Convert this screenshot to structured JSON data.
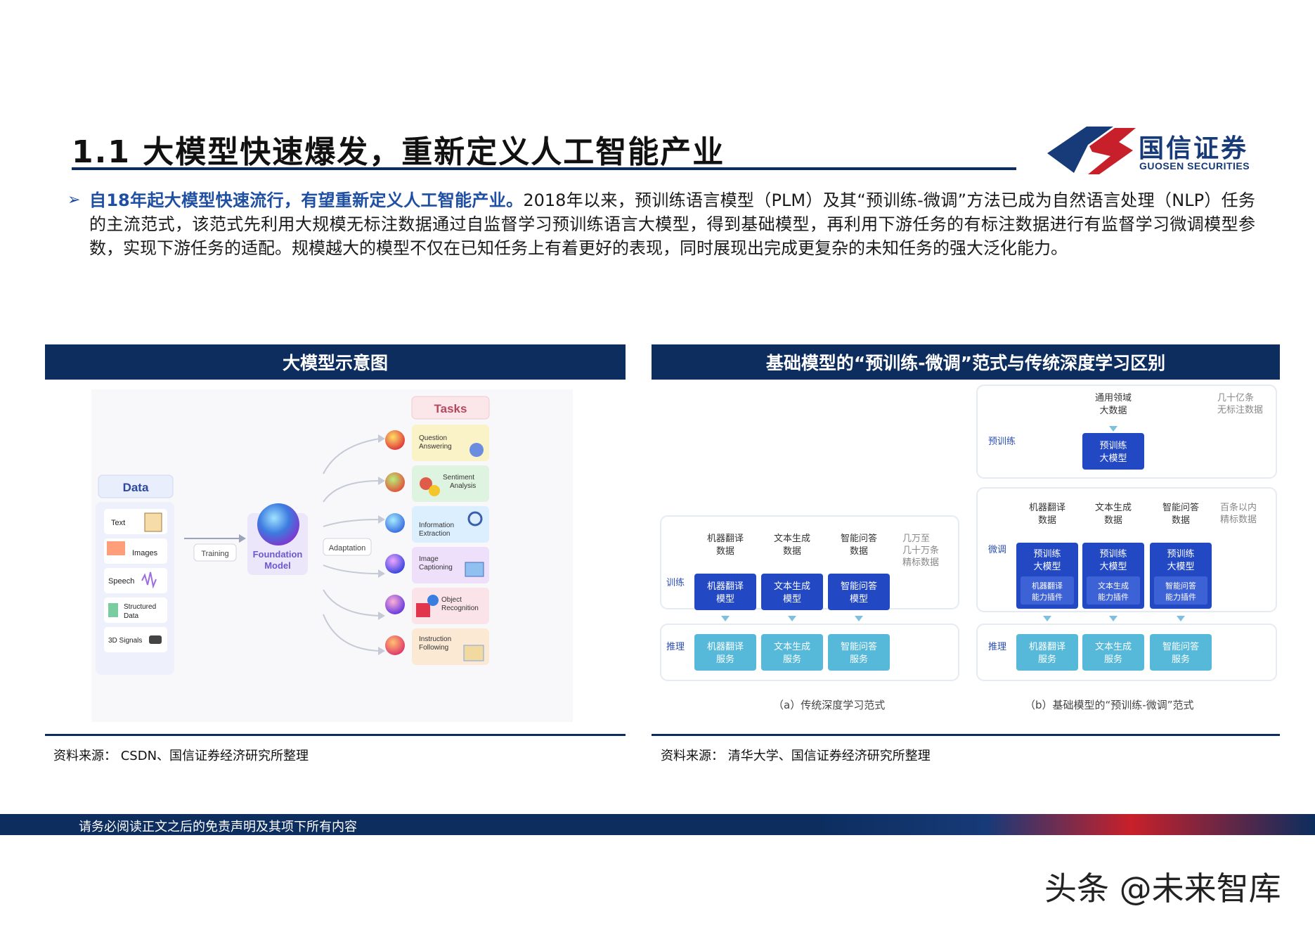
{
  "page": {
    "title": "1.1 大模型快速爆发，重新定义人工智能产业",
    "logo": {
      "name_cn": "国信证券",
      "name_en": "GUOSEN SECURITIES"
    },
    "intro_lead": "自18年起大模型快速流行，有望重新定义人工智能产业。",
    "intro_body": "2018年以来，预训练语言模型（PLM）及其“预训练-微调”方法已成为自然语言处理（NLP）任务的主流范式，该范式先利用大规模无标注数据通过自监督学习预训练语言大模型，得到基础模型，再利用下游任务的有标注数据进行有监督学习微调模型参数，实现下游任务的适配。规模越大的模型不仅在已知任务上有着更好的表现，同时展现出完成更复杂的未知任务的强大泛化能力。",
    "footer": "请务必阅读正文之后的免责声明及其项下所有内容",
    "watermark": "头条 @未来智库",
    "colors": {
      "navy": "#0c2d5e",
      "accent_blue": "#1f4fa3",
      "red": "#c8202a",
      "box_dark": "#2348c4",
      "box_light": "#56b9d9"
    }
  },
  "left_panel": {
    "header": "大模型示意图",
    "source": "资料来源：  CSDN、国信证券经济研究所整理",
    "diagram": {
      "data_title": "Data",
      "data_items": [
        "Text",
        "Images",
        "Speech",
        "Structured Data",
        "3D Signals"
      ],
      "training_label": "Training",
      "model_label": "Foundation Model",
      "adaptation_label": "Adaptation",
      "tasks_title": "Tasks",
      "tasks": [
        "Question Answering",
        "Sentiment Analysis",
        "Information Extraction",
        "Image Captioning",
        "Object Recognition",
        "Instruction Following"
      ]
    }
  },
  "right_panel": {
    "header": "基础模型的“预训练-微调”范式与传统深度学习区别",
    "source": "资料来源：  清华大学、国信证券经济研究所整理",
    "traditional": {
      "caption": "（a）传统深度学习范式",
      "train_label": "训练",
      "infer_label": "推理",
      "data_items": [
        "机器翻译数据",
        "文本生成数据",
        "智能问答数据"
      ],
      "data_note": "几万至几十万条精标数据",
      "models": [
        "机器翻译模型",
        "文本生成模型",
        "智能问答模型"
      ],
      "services": [
        "机器翻译服务",
        "文本生成服务",
        "智能问答服务"
      ]
    },
    "foundation": {
      "caption": "（b）基础模型的“预训练-微调”范式",
      "pretrain_label": "预训练",
      "finetune_label": "微调",
      "infer_label": "推理",
      "general_data": "通用领域大数据",
      "general_note": "几十亿条无标注数据",
      "pretrain_model": "预训练大模型",
      "data_items": [
        "机器翻译数据",
        "文本生成数据",
        "智能问答数据"
      ],
      "data_note": "百条以内精标数据",
      "models": [
        "预训练大模型",
        "预训练大模型",
        "预训练大模型"
      ],
      "plugins": [
        "机器翻译能力插件",
        "文本生成能力插件",
        "智能问答能力插件"
      ],
      "services": [
        "机器翻译服务",
        "文本生成服务",
        "智能问答服务"
      ]
    }
  }
}
